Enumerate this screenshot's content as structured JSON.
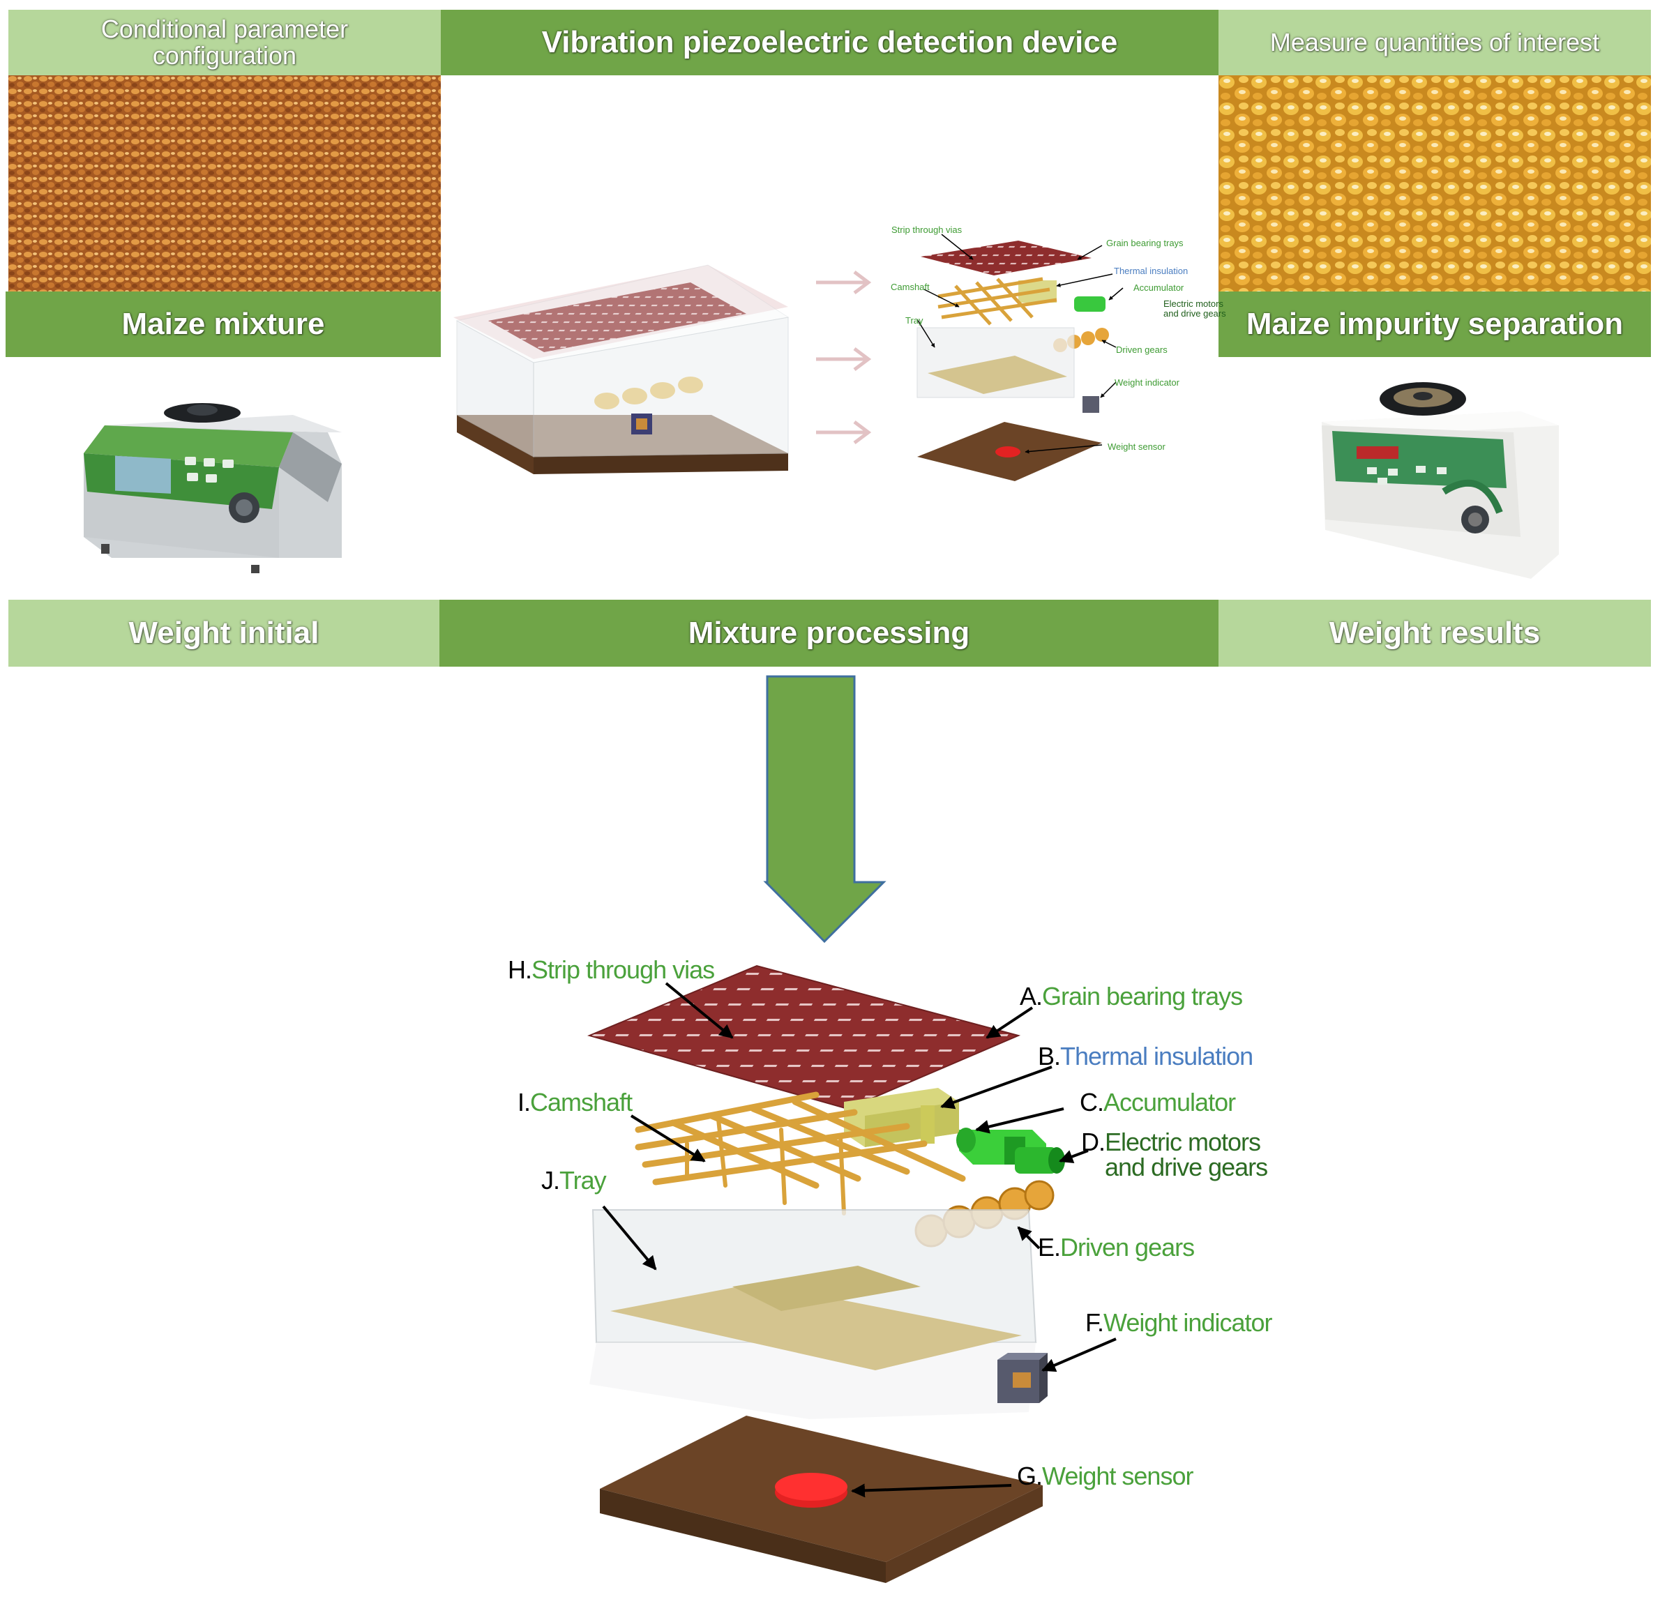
{
  "headers": {
    "top_left": "Conditional parameter configuration",
    "top_center": "Vibration piezoelectric detection device",
    "top_right": "Measure quantities of interest",
    "mid_left": "Maize mixture",
    "mid_right": "Maize impurity separation",
    "bottom_left": "Weight initial",
    "bottom_center": "Mixture processing",
    "bottom_right": "Weight results"
  },
  "components": [
    {
      "letter": "H.",
      "name": "Strip through vias"
    },
    {
      "letter": "A.",
      "name": "Grain bearing trays"
    },
    {
      "letter": "B.",
      "name": "Thermal insulation"
    },
    {
      "letter": "I.",
      "name": "Camshaft"
    },
    {
      "letter": "C.",
      "name": "Accumulator"
    },
    {
      "letter": "D.",
      "name": "Electric motors",
      "name2": "and drive gears"
    },
    {
      "letter": "J.",
      "name": "Tray"
    },
    {
      "letter": "E.",
      "name": "Driven gears"
    },
    {
      "letter": "F.",
      "name": "Weight indicator"
    },
    {
      "letter": "G.",
      "name": "Weight sensor"
    }
  ],
  "mini_labels": {
    "strip": "Strip through vias",
    "grain": "Grain bearing trays",
    "thermal": "Thermal insulation",
    "camshaft": "Camshaft",
    "accumulator": "Accumulator",
    "motors1": "Electric motors",
    "motors2": "and drive gears",
    "tray": "Tray",
    "driven": "Driven gears",
    "indicator": "Weight indicator",
    "sensor": "Weight sensor"
  },
  "colors": {
    "dark_green": "#70a548",
    "light_green": "#b6d79b",
    "tray_red": "#8e2d2d",
    "base_brown": "#6b4426",
    "gold": "#d9a23a",
    "arrow_green": "#70a548"
  }
}
